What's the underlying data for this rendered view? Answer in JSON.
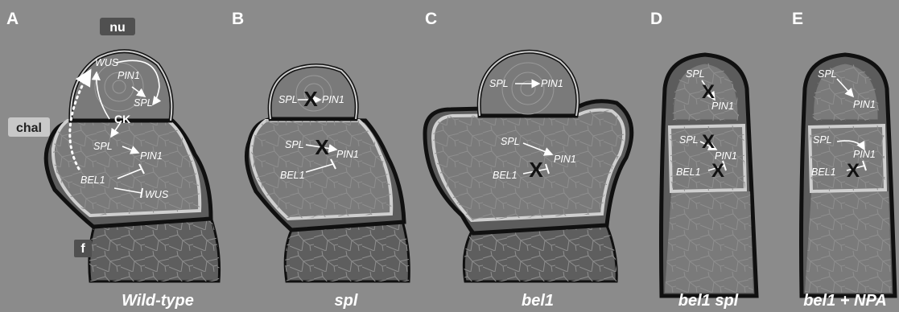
{
  "colors": {
    "background": "#8b8b8b",
    "outline": "#101010",
    "tissue_dark": "#5c5c5c",
    "tissue_mid": "#7a7a7a",
    "domain_light": "#cfcfcf",
    "text": "#ffffff",
    "block": "#111111"
  },
  "panels": [
    {
      "letter": "A",
      "caption": "Wild-type"
    },
    {
      "letter": "B",
      "caption": "spl"
    },
    {
      "letter": "C",
      "caption": "bel1"
    },
    {
      "letter": "D",
      "caption": "bel1 spl"
    },
    {
      "letter": "E",
      "caption": "bel1 + NPA"
    }
  ],
  "tissue_tags": {
    "nucellus": "nu",
    "chalaza": "chal",
    "funiculus": "f"
  },
  "labels": {
    "a": {
      "wus_top": "WUS",
      "pin1_nu": "PIN1",
      "spl_nu": "SPL",
      "ck": "CK",
      "spl_ch": "SPL",
      "pin1_ch": "PIN1",
      "bel1": "BEL1",
      "wus_bottom": "WUS"
    },
    "b": {
      "spl_nu": "SPL",
      "pin1_nu": "PIN1",
      "spl_ch": "SPL",
      "pin1_ch": "PIN1",
      "bel1": "BEL1"
    },
    "c": {
      "spl_nu": "SPL",
      "pin1_nu": "PIN1",
      "spl_ch": "SPL",
      "pin1_ch": "PIN1",
      "bel1": "BEL1"
    },
    "d": {
      "spl_nu": "SPL",
      "pin1_nu": "PIN1",
      "spl_ch": "SPL",
      "pin1_ch": "PIN1",
      "bel1": "BEL1"
    },
    "e": {
      "spl_nu": "SPL",
      "pin1_nu": "PIN1",
      "spl_ch": "SPL",
      "pin1_ch": "PIN1",
      "bel1": "BEL1"
    }
  },
  "block_mark": "X"
}
